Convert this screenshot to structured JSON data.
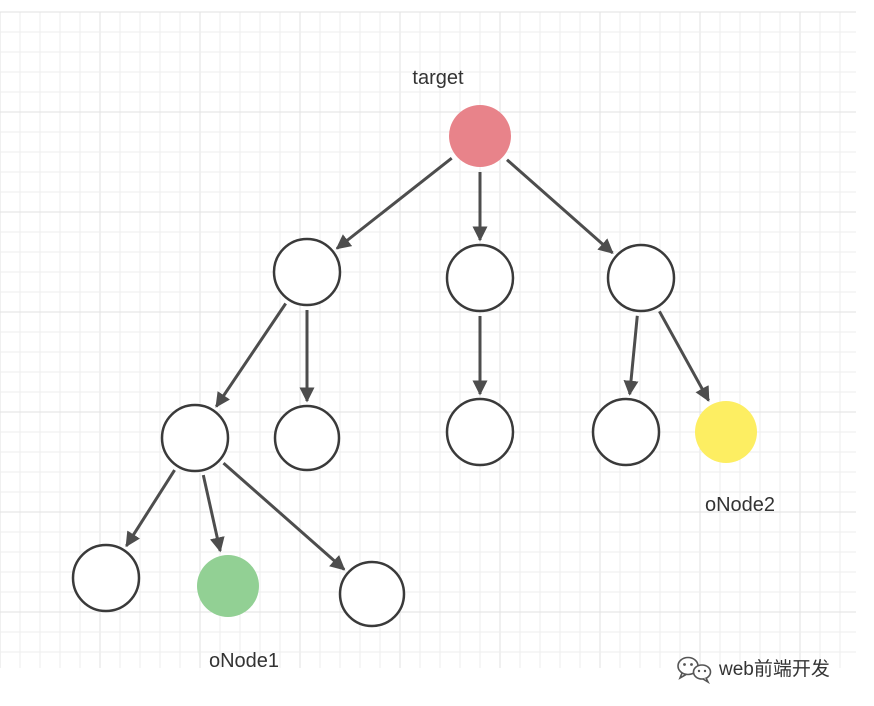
{
  "labels": {
    "target": "target",
    "onode1": "oNode1",
    "onode2": "oNode2"
  },
  "watermark": {
    "text": "web前端开发",
    "icon": "wechat-icon"
  },
  "colors": {
    "target": "#e8838a",
    "onode1": "#92d094",
    "onode2": "#fdee62",
    "plain": "#ffffff",
    "edge": "#4d4d4d"
  },
  "nodes": [
    {
      "id": "target",
      "type": "target"
    },
    {
      "id": "n1",
      "type": "plain"
    },
    {
      "id": "n2",
      "type": "plain"
    },
    {
      "id": "n3",
      "type": "plain"
    },
    {
      "id": "n11",
      "type": "plain"
    },
    {
      "id": "n12",
      "type": "plain"
    },
    {
      "id": "n21",
      "type": "plain"
    },
    {
      "id": "n31",
      "type": "plain"
    },
    {
      "id": "onode2",
      "type": "onode2"
    },
    {
      "id": "n111",
      "type": "plain"
    },
    {
      "id": "onode1",
      "type": "onode1"
    },
    {
      "id": "n113",
      "type": "plain"
    }
  ],
  "edges": [
    [
      "target",
      "n1"
    ],
    [
      "target",
      "n2"
    ],
    [
      "target",
      "n3"
    ],
    [
      "n1",
      "n11"
    ],
    [
      "n1",
      "n12"
    ],
    [
      "n2",
      "n21"
    ],
    [
      "n3",
      "n31"
    ],
    [
      "n3",
      "onode2"
    ],
    [
      "n11",
      "n111"
    ],
    [
      "n11",
      "onode1"
    ],
    [
      "n11",
      "n113"
    ]
  ]
}
